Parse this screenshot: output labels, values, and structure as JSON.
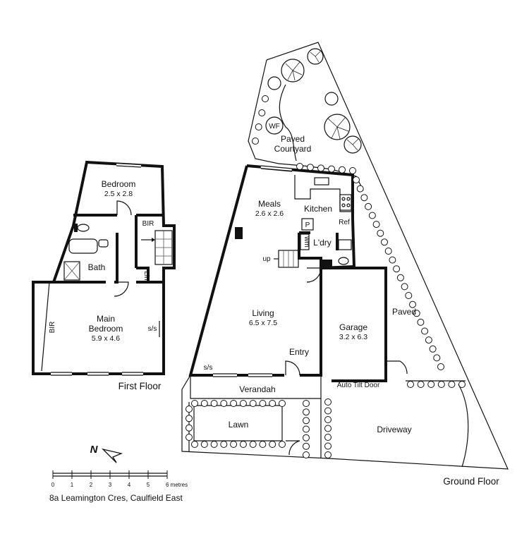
{
  "first_floor": {
    "title": "First Floor",
    "rooms": {
      "bedroom": {
        "name": "Bedroom",
        "dims": "2.5 x 2.8"
      },
      "bir_top": {
        "name": "BIR"
      },
      "bath": {
        "name": "Bath"
      },
      "lin": {
        "name": "Lin"
      },
      "main_bedroom": {
        "name1": "Main",
        "name2": "Bedroom",
        "dims": "5.9 x 4.6"
      },
      "bir_side": {
        "name": "BIR"
      },
      "ss": {
        "name": "s/s"
      }
    }
  },
  "ground_floor": {
    "title": "Ground Floor",
    "rooms": {
      "courtyard": {
        "name1": "Paved",
        "name2": "Courtyard"
      },
      "wf": {
        "name": "WF"
      },
      "meals": {
        "name": "Meals",
        "dims": "2.6 x 2.6"
      },
      "kitchen": {
        "name": "Kitchen"
      },
      "ref": {
        "name": "Ref"
      },
      "pantry": {
        "name": "P"
      },
      "wm": {
        "name": "wm"
      },
      "ldry": {
        "name": "L'dry"
      },
      "up": {
        "name": "up"
      },
      "living": {
        "name": "Living",
        "dims": "6.5 x 7.5"
      },
      "garage": {
        "name": "Garage",
        "dims": "3.2 x 6.3"
      },
      "paved": {
        "name": "Paved"
      },
      "entry": {
        "name": "Entry"
      },
      "ss": {
        "name": "s/s"
      },
      "verandah": {
        "name": "Verandah"
      },
      "auto_tilt": {
        "name": "Auto Tilt Door"
      },
      "lawn": {
        "name": "Lawn"
      },
      "driveway": {
        "name": "Driveway"
      }
    }
  },
  "compass": {
    "label": "N"
  },
  "scale": {
    "ticks": [
      "0",
      "1",
      "2",
      "3",
      "4",
      "5",
      "6 metres"
    ]
  },
  "address": "8a Leamington Cres, Caulfield East"
}
